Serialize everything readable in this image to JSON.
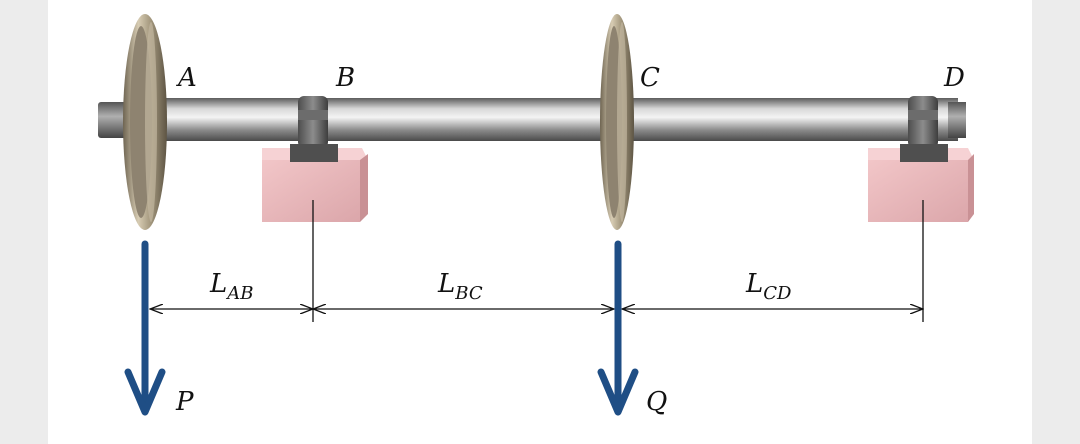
{
  "labels": {
    "point_a": "A",
    "point_b": "B",
    "point_c": "C",
    "point_d": "D",
    "load_p": "P",
    "load_q": "Q"
  },
  "dimensions": {
    "ab": {
      "main": "L",
      "sub": "AB"
    },
    "bc": {
      "main": "L",
      "sub": "BC"
    },
    "cd": {
      "main": "L",
      "sub": "CD"
    }
  },
  "colors": {
    "arrow": "#1f4e85",
    "support_block": "#eab8bb",
    "shaft": "#8c8c8c",
    "wheel": "#9b8f78"
  }
}
